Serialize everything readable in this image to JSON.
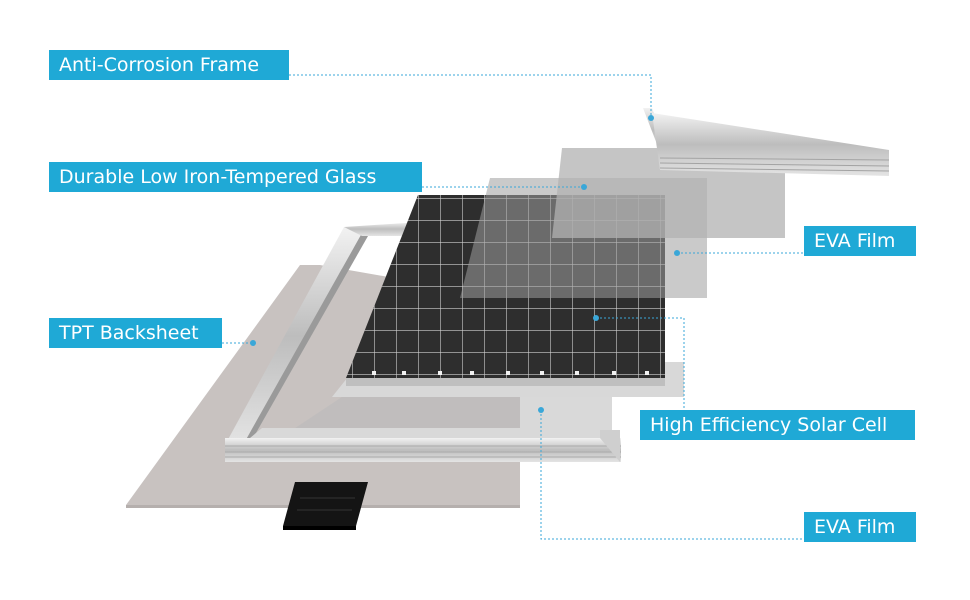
{
  "labels": {
    "anti_corrosion_frame": "Anti-Corrosion Frame",
    "tempered_glass": "Durable Low Iron-Tempered Glass",
    "eva_film_top": "EVA Film",
    "tpt_backsheet": "TPT Backsheet",
    "solar_cell": "High Efficiency Solar Cell",
    "eva_film_bottom": "EVA Film"
  },
  "colors": {
    "label_background": "#1fa9d6",
    "label_text": "#ffffff",
    "leader_line": "#3aa7d8",
    "backsheet": "#c9c3c1",
    "frame_aluminum": "#d7d7d7",
    "eva_film": "#a9a9a9",
    "glass": "#bdbdbd",
    "solar_cell": "#2f2f2f",
    "junction_box": "#111111"
  }
}
